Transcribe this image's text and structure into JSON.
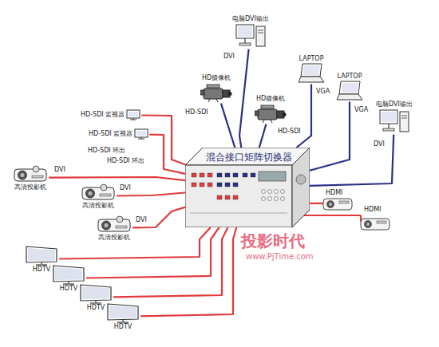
{
  "diagram": {
    "nodes": [
      {
        "text": [
          "混合接口矩阵切换器"
        ]
      },
      {
        "text": [
          "电脑DVI输出"
        ]
      },
      {
        "text": [
          "LAPTOP"
        ]
      },
      {
        "text": [
          "LAPTOP"
        ]
      },
      {
        "text": [
          "HD摄像机"
        ]
      },
      {
        "text": [
          "HD摄像机"
        ]
      },
      {
        "text": [
          "电脑DVI输出"
        ]
      },
      {
        "text": [
          "HD-SDI 监视器"
        ]
      },
      {
        "text": [
          "HD-SDI 监视器"
        ]
      },
      {
        "text": [
          "高清投影机"
        ]
      },
      {
        "text": [
          "高清投影机"
        ]
      },
      {
        "text": [
          "高清投影机"
        ]
      },
      {
        "text": [
          "HDTV"
        ]
      },
      {
        "text": [
          "HDTV"
        ]
      },
      {
        "text": [
          "HDTV"
        ]
      },
      {
        "text": [
          "HDTV"
        ]
      }
    ],
    "edges": [
      {
        "from": 1,
        "to": 0,
        "arrow": "none"
      },
      {
        "from": 2,
        "to": 0,
        "arrow": "none"
      },
      {
        "from": 3,
        "to": 0,
        "arrow": "none"
      },
      {
        "from": 4,
        "to": 0,
        "arrow": "none"
      },
      {
        "from": 5,
        "to": 0,
        "arrow": "none"
      },
      {
        "from": 6,
        "to": 0,
        "arrow": "none"
      },
      {
        "from": 0,
        "to": 7,
        "arrow": "none"
      },
      {
        "from": 0,
        "to": 8,
        "arrow": "none"
      },
      {
        "from": 0,
        "to": 9,
        "arrow": "none"
      },
      {
        "from": 0,
        "to": 10,
        "arrow": "none"
      },
      {
        "from": 0,
        "to": 11,
        "arrow": "none"
      },
      {
        "from": 0,
        "to": 12,
        "arrow": "none"
      },
      {
        "from": 0,
        "to": 13,
        "arrow": "none"
      },
      {
        "from": 0,
        "to": 14,
        "arrow": "none"
      },
      {
        "from": 0,
        "to": 15,
        "arrow": "none"
      }
    ],
    "labels": [
      "DVI",
      "VGA",
      "VGA",
      "HD-SDI",
      "HD-SDI",
      "DVI",
      "HDMI",
      "HDMI",
      "HD-SDI 环出",
      "HD-SDI 环出",
      "DVI",
      "DVI",
      "DVI",
      "投影时代",
      "www.PjTime.com"
    ]
  }
}
